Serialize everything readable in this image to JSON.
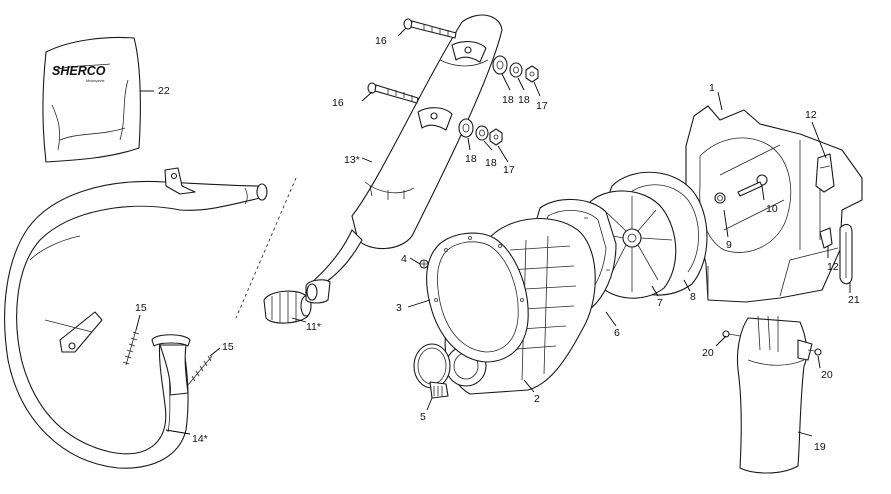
{
  "bag": {
    "brand": "SHERCO",
    "tagline": "Motorsports"
  },
  "callouts": {
    "c1": "1",
    "c2": "2",
    "c3": "3",
    "c4": "4",
    "c5": "5",
    "c6": "6",
    "c7": "7",
    "c8": "8",
    "c9": "9",
    "c10": "10",
    "c11": "11*",
    "c12a": "12",
    "c12b": "12",
    "c13": "13*",
    "c14": "14*",
    "c15a": "15",
    "c15b": "15",
    "c16a": "16",
    "c16b": "16",
    "c17a": "17",
    "c17b": "17",
    "c18a": "18",
    "c18b": "18",
    "c18c": "18",
    "c18d": "18",
    "c19": "19",
    "c20a": "20",
    "c20b": "20",
    "c21": "21",
    "c22": "22"
  }
}
